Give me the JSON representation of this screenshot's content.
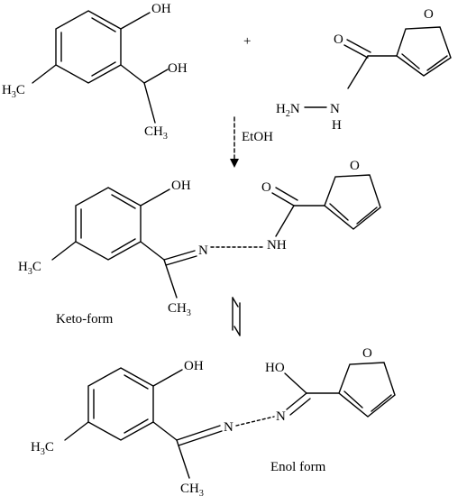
{
  "reactant_phenol": {
    "oh": "OH",
    "ch3_left": "H",
    "ch3_left_sub": "3",
    "ch3_left_c": "C",
    "side_oh": "OH",
    "ch3_bottom": "CH",
    "ch3_bottom_sub": "3"
  },
  "plus": "+",
  "reactant_hydrazide": {
    "o": "O",
    "h2n": "H",
    "h2n_sub": "2",
    "h2n_n": "N",
    "nh_n": "N",
    "nh_h": "H",
    "furan_o": "O"
  },
  "reagent": "EtOH",
  "keto": {
    "oh": "OH",
    "ch3_left": "H",
    "ch3_left_sub": "3",
    "ch3_left_c": "C",
    "n": "N",
    "nh": "NH",
    "o": "O",
    "furan_o": "O",
    "ch3_bottom": "CH",
    "ch3_bottom_sub": "3",
    "caption": "Keto-form"
  },
  "enol": {
    "oh": "OH",
    "ho": "HO",
    "ch3_left": "H",
    "ch3_left_sub": "3",
    "ch3_left_c": "C",
    "n1": "N",
    "n2": "N",
    "furan_o": "O",
    "ch3_bottom": "CH",
    "ch3_bottom_sub": "3",
    "caption": "Enol form"
  }
}
